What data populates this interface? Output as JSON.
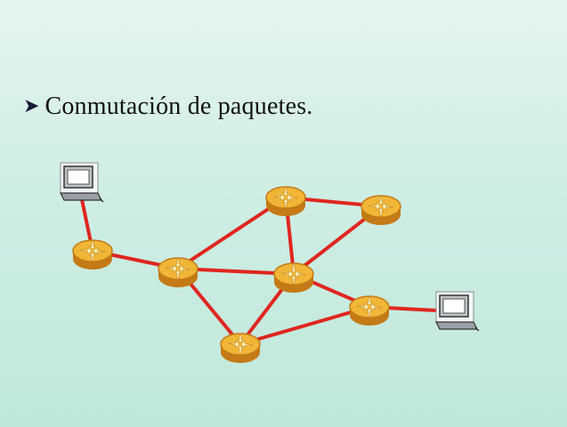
{
  "slide": {
    "bullet_icon": "arrowhead-bullet-icon",
    "bullet_text": "Conmutación de paquetes."
  },
  "diagram": {
    "nodes": [
      {
        "id": "pc-left",
        "kind": "computer"
      },
      {
        "id": "r1",
        "kind": "router"
      },
      {
        "id": "r2",
        "kind": "router"
      },
      {
        "id": "r3",
        "kind": "router"
      },
      {
        "id": "r4",
        "kind": "router"
      },
      {
        "id": "r5",
        "kind": "router"
      },
      {
        "id": "r6",
        "kind": "router"
      },
      {
        "id": "r7",
        "kind": "router"
      },
      {
        "id": "pc-right",
        "kind": "computer"
      }
    ],
    "edges": [
      [
        "pc-left",
        "r1"
      ],
      [
        "r1",
        "r2"
      ],
      [
        "r2",
        "r3"
      ],
      [
        "r2",
        "r5"
      ],
      [
        "r2",
        "r7"
      ],
      [
        "r3",
        "r4"
      ],
      [
        "r3",
        "r5"
      ],
      [
        "r4",
        "r5"
      ],
      [
        "r5",
        "r6"
      ],
      [
        "r5",
        "r7"
      ],
      [
        "r6",
        "r7"
      ],
      [
        "r6",
        "pc-right"
      ]
    ]
  },
  "colors": {
    "link": "#e0261f",
    "router_fill": "#f2b637",
    "router_edge": "#c47a16",
    "router_arrow": "#fff4c2",
    "computer_body": "#bfc3c8"
  }
}
